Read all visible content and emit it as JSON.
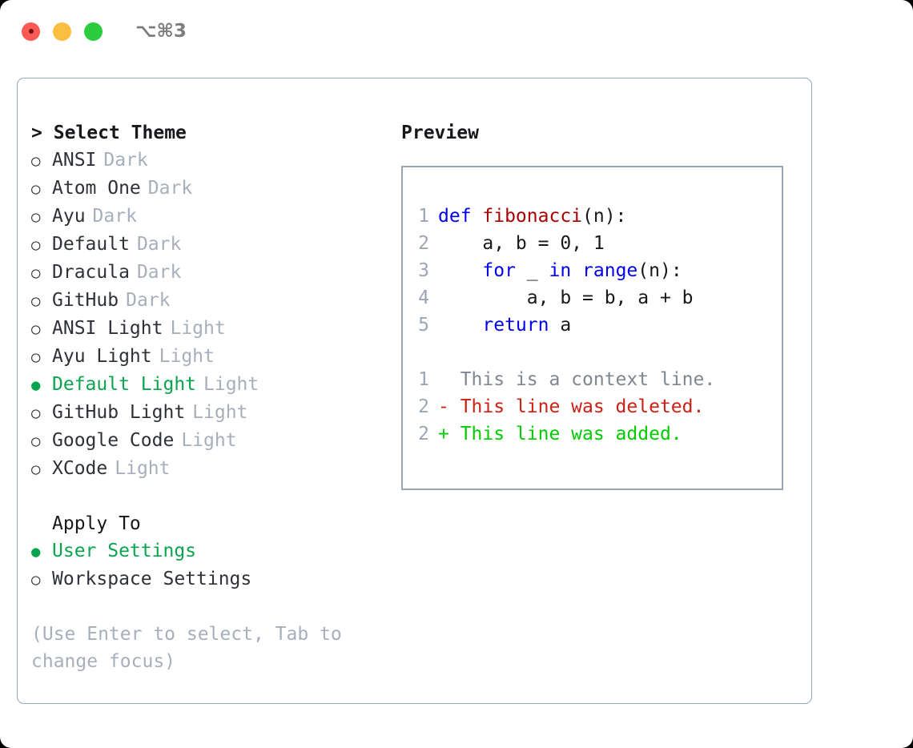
{
  "window": {
    "title": "⌥⌘3",
    "traffic_lights": [
      "close",
      "minimize",
      "maximize"
    ],
    "colors": {
      "close": "#fb5a54",
      "minimize": "#fbbe3f",
      "maximize": "#2ccc3f",
      "border": "#9ba6b5",
      "accent_green": "#0aa44f",
      "muted": "#a7afbd",
      "keyword_blue": "#0000ee",
      "function_red": "#a80000",
      "diff_delete": "#cc2015",
      "diff_add": "#00cc00",
      "diff_context": "#808791"
    }
  },
  "theme_picker": {
    "heading_caret": ">",
    "heading": "Select Theme",
    "marker_selected": "●",
    "marker_unselected": "○",
    "items": [
      {
        "label": "ANSI",
        "tag": "Dark",
        "selected": false
      },
      {
        "label": "Atom One",
        "tag": "Dark",
        "selected": false
      },
      {
        "label": "Ayu",
        "tag": "Dark",
        "selected": false
      },
      {
        "label": "Default",
        "tag": "Dark",
        "selected": false
      },
      {
        "label": "Dracula",
        "tag": "Dark",
        "selected": false
      },
      {
        "label": "GitHub",
        "tag": "Dark",
        "selected": false
      },
      {
        "label": "ANSI Light",
        "tag": "Light",
        "selected": false
      },
      {
        "label": "Ayu Light",
        "tag": "Light",
        "selected": false
      },
      {
        "label": "Default Light",
        "tag": "Light",
        "selected": true
      },
      {
        "label": "GitHub Light",
        "tag": "Light",
        "selected": false
      },
      {
        "label": "Google Code",
        "tag": "Light",
        "selected": false
      },
      {
        "label": "XCode",
        "tag": "Light",
        "selected": false
      }
    ]
  },
  "apply_to": {
    "heading": "Apply To",
    "items": [
      {
        "label": "User Settings",
        "selected": true
      },
      {
        "label": "Workspace Settings",
        "selected": false
      }
    ]
  },
  "hint": "(Use Enter to select, Tab to change focus)",
  "preview": {
    "title": "Preview",
    "code_lines": [
      {
        "num": "1",
        "tokens": [
          {
            "t": "def ",
            "c": "kw"
          },
          {
            "t": "fibonacci",
            "c": "fn"
          },
          {
            "t": "(n):",
            "c": "pl"
          }
        ]
      },
      {
        "num": "2",
        "tokens": [
          {
            "t": "    a, b = 0, 1",
            "c": "pl"
          }
        ]
      },
      {
        "num": "3",
        "tokens": [
          {
            "t": "    ",
            "c": "pl"
          },
          {
            "t": "for",
            "c": "kw"
          },
          {
            "t": " _ ",
            "c": "pl"
          },
          {
            "t": "in",
            "c": "kw"
          },
          {
            "t": " ",
            "c": "pl"
          },
          {
            "t": "range",
            "c": "kw"
          },
          {
            "t": "(n):",
            "c": "pl"
          }
        ]
      },
      {
        "num": "4",
        "tokens": [
          {
            "t": "        a, b = b, a + b",
            "c": "pl"
          }
        ]
      },
      {
        "num": "5",
        "tokens": [
          {
            "t": "    ",
            "c": "pl"
          },
          {
            "t": "return",
            "c": "kw"
          },
          {
            "t": " a",
            "c": "pl"
          }
        ]
      }
    ],
    "diff_lines": [
      {
        "num": "1",
        "text": "  This is a context line.",
        "kind": "ctx"
      },
      {
        "num": "2",
        "text": "- This line was deleted.",
        "kind": "del"
      },
      {
        "num": "2",
        "text": "+ This line was added.",
        "kind": "add"
      }
    ]
  }
}
